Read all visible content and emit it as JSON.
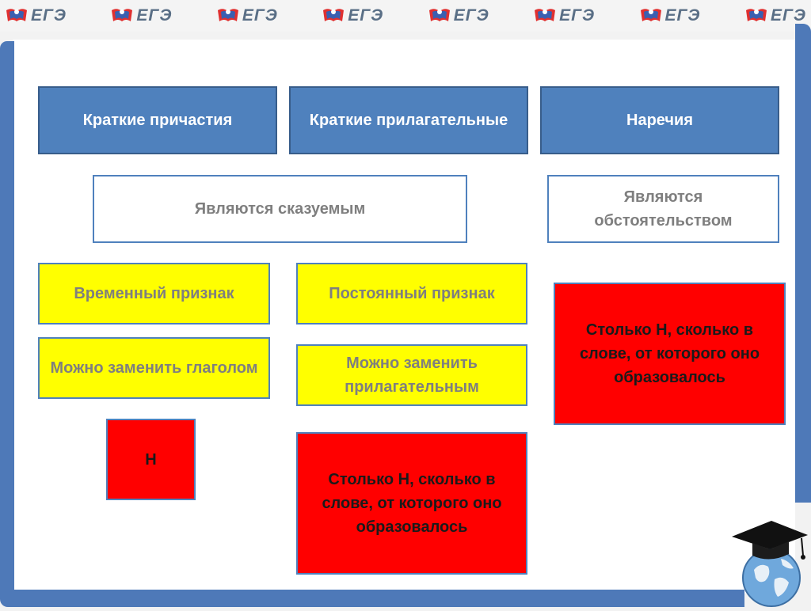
{
  "banner": {
    "logo_text": "ЕГЭ",
    "logo_count": 8
  },
  "colors": {
    "header_blue": "#4f81bd",
    "frame_blue": "#4e79b8",
    "yellow": "#ffff00",
    "red": "#ff0000"
  },
  "headers": {
    "participles": "Краткие причастия",
    "adjectives": "Краткие прилагательные",
    "adverbs": "Наречия"
  },
  "roles": {
    "predicate": "Являются сказуемым",
    "circumstance": "Являются обстоятельством"
  },
  "features": {
    "temporary": "Временный признак",
    "permanent": "Постоянный признак",
    "replace_verb": "Можно заменить глаголом",
    "replace_adjective": "Можно заменить прилагательным"
  },
  "rules": {
    "single_n": "Н",
    "same_n_adjectives": "Столько Н, сколько в слове, от которого оно образовалось",
    "same_n_adverbs": "Столько Н, сколько в слове, от которого оно образовалось"
  },
  "icons": {
    "banner_logo": "ege-logo-icon",
    "corner": "graduation-cap-globe-icon"
  }
}
